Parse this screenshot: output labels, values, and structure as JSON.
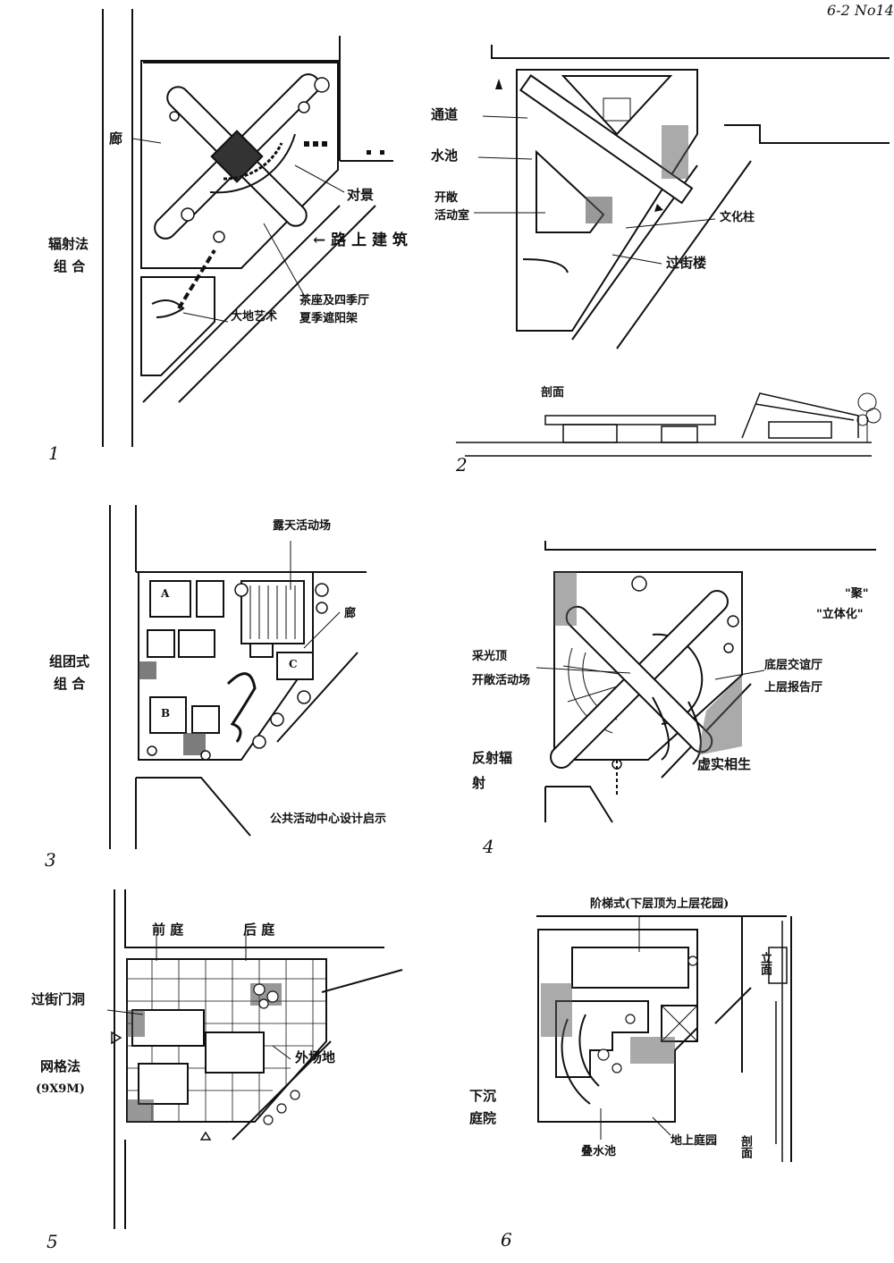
{
  "page_code": "6-2 No14",
  "panels": [
    {
      "number": "1",
      "labels": {
        "method": [
          "辐射法",
          "组 合"
        ],
        "corridor": "廊",
        "view": "对景",
        "road": "← 路 上 建 筑 →",
        "land_art": "大地艺术",
        "teahouse": [
          "茶座及四季厅",
          "夏季遮阳架"
        ]
      }
    },
    {
      "number": "2",
      "labels": {
        "passage": "通道",
        "pool": "水池",
        "open_room": [
          "开敞",
          "活动室"
        ],
        "culture_column": "文化柱",
        "arcade": "过街楼",
        "section": "剖面"
      }
    },
    {
      "number": "3",
      "labels": {
        "method": [
          "组团式",
          "组 合"
        ],
        "outdoor": "露天活动场",
        "corridor": "廊",
        "blocks": [
          "A",
          "B",
          "C"
        ],
        "caption": "公共活动中心设计启示"
      }
    },
    {
      "number": "4",
      "labels": {
        "gather": "\"聚\"",
        "stereo": "\"立体化\"",
        "skylight": [
          "采光顶",
          "开敞活动场"
        ],
        "hall": [
          "底层交谊厅",
          "上层报告厅"
        ],
        "method": [
          "反射辐",
          "射"
        ],
        "void_solid": "虚实相生"
      }
    },
    {
      "number": "5",
      "labels": {
        "front_court": "前 庭",
        "back_court": "后 庭",
        "gate": "过街门洞",
        "method": [
          "网格法",
          "(9X9M)"
        ],
        "outdoor": "外场地"
      }
    },
    {
      "number": "6",
      "labels": {
        "terrace": "阶梯式(下层顶为上层花园)",
        "sunken": [
          "下沉",
          "庭院"
        ],
        "ground_garden": "地上庭园",
        "pool": "叠水池",
        "elevation": "立面",
        "section": "剖面"
      }
    }
  ]
}
